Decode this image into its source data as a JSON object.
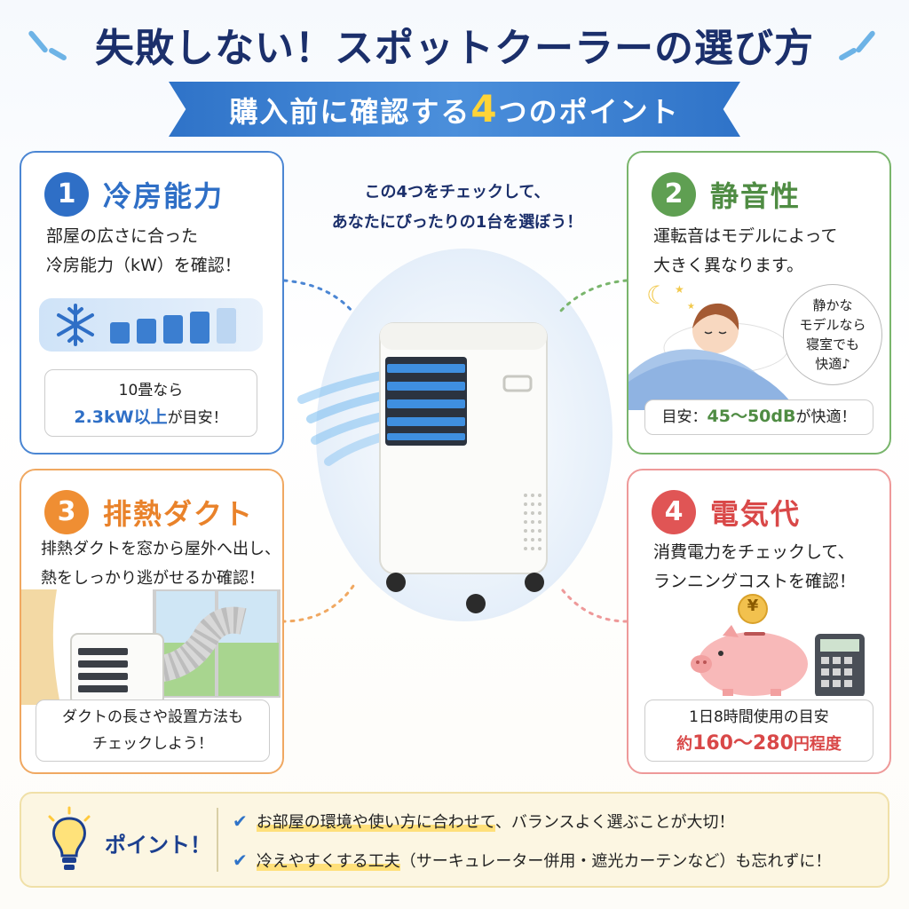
{
  "header": {
    "title": "失敗しない！スポットクーラーの選び方",
    "subtitle_prefix": "購入前に確認する",
    "subtitle_number": "4",
    "subtitle_suffix": "つのポイント"
  },
  "center": {
    "message": "この4つをチェックして、\nあなたにぴったりの1台を選ぼう！"
  },
  "cards": [
    {
      "number": "1",
      "title": "冷房能力",
      "desc": "部屋の広さに合った\n冷房能力（kW）を確認！",
      "note_line1": "10畳なら",
      "note_highlight": "2.3kW以上",
      "note_suffix": "が目安！"
    },
    {
      "number": "2",
      "title": "静音性",
      "desc": "運転音はモデルによって\n大きく異なります。",
      "bubble": "静かな\nモデルなら\n寝室でも\n快適♪",
      "note_prefix": "目安：",
      "note_highlight": "45〜50dB",
      "note_suffix": "が快適！"
    },
    {
      "number": "3",
      "title": "排熱ダクト",
      "desc": "排熱ダクトを窓から屋外へ出し、\n熱をしっかり逃がせるか確認！",
      "note_line1": "ダクトの長さや設置方法も",
      "note_line2": "チェックしよう！"
    },
    {
      "number": "4",
      "title": "電気代",
      "desc": "消費電力をチェックして、\nランニングコストを確認！",
      "coin": "¥",
      "note_line1": "1日8時間使用の目安",
      "note_prefix": "約",
      "note_highlight": "160〜280",
      "note_suffix": "円程度"
    }
  ],
  "point": {
    "label": "ポイント！",
    "lines": [
      {
        "pre": "",
        "hl": "お部屋の環境や使い方に合わせて",
        "post": "、バランスよく選ぶことが大切！"
      },
      {
        "pre": "",
        "hl": "冷えやすくする工夫",
        "post": "（サーキュレーター併用・遮光カーテンなど）も忘れずに！"
      }
    ]
  },
  "colors": {
    "navy": "#1b2f6b",
    "blue": "#2f6fc6",
    "green": "#5f9f52",
    "orange": "#ef8e33",
    "red": "#e05555",
    "highlight": "#ffe07a"
  }
}
